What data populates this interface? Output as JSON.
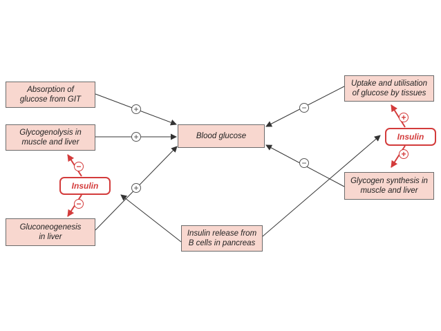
{
  "nodes": {
    "absorption": "Absorption of\nglucose from GIT",
    "glycogenolysis": "Glycogenolysis in\nmuscle and liver",
    "gluconeogenesis": "Gluconeogenesis\nin liver",
    "blood_glucose": "Blood glucose",
    "insulin_release": "Insulin release from\nB cells in pancreas",
    "uptake": "Uptake and utilisation\nof glucose by tissues",
    "glycogen_synthesis": "Glycogen synthesis in\nmuscle and liver"
  },
  "insulin_label": "Insulin",
  "signs": {
    "plus": "+",
    "minus": "−"
  },
  "colors": {
    "box_fill": "#f8d7cf",
    "insulin_red": "#d33b3b",
    "arrow": "#333333"
  }
}
